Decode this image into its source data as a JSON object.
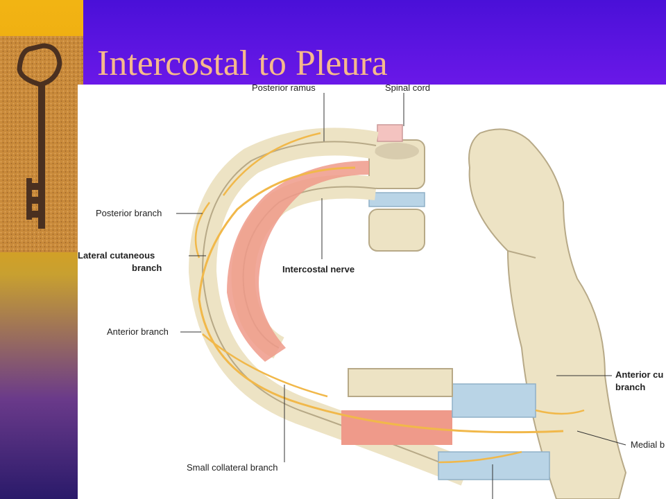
{
  "slide": {
    "title": "Intercostal to Pleura"
  },
  "figure": {
    "labels": {
      "posterior_ramus": "Posterior ramus",
      "spinal_cord": "Spinal cord",
      "posterior_branch": "Posterior branch",
      "lateral_cutaneous_1": "Lateral cutaneous",
      "lateral_cutaneous_2": "branch",
      "intercostal_nerve": "Intercostal nerve",
      "anterior_branch": "Anterior branch",
      "anterior_cutaneous_1": "Anterior cu",
      "anterior_cutaneous_2": "branch",
      "small_collateral": "Small collateral branch",
      "medial": "Medial b"
    }
  },
  "colors": {
    "sidebar_gold": "#f2b413",
    "topbar_purple": "#5a14e0",
    "title_peach": "#f6b98c",
    "bone": "#ede3c4",
    "muscle": "#ef9a8a",
    "nerve": "#f1b84a",
    "cartilage": "#b9d4e6"
  }
}
